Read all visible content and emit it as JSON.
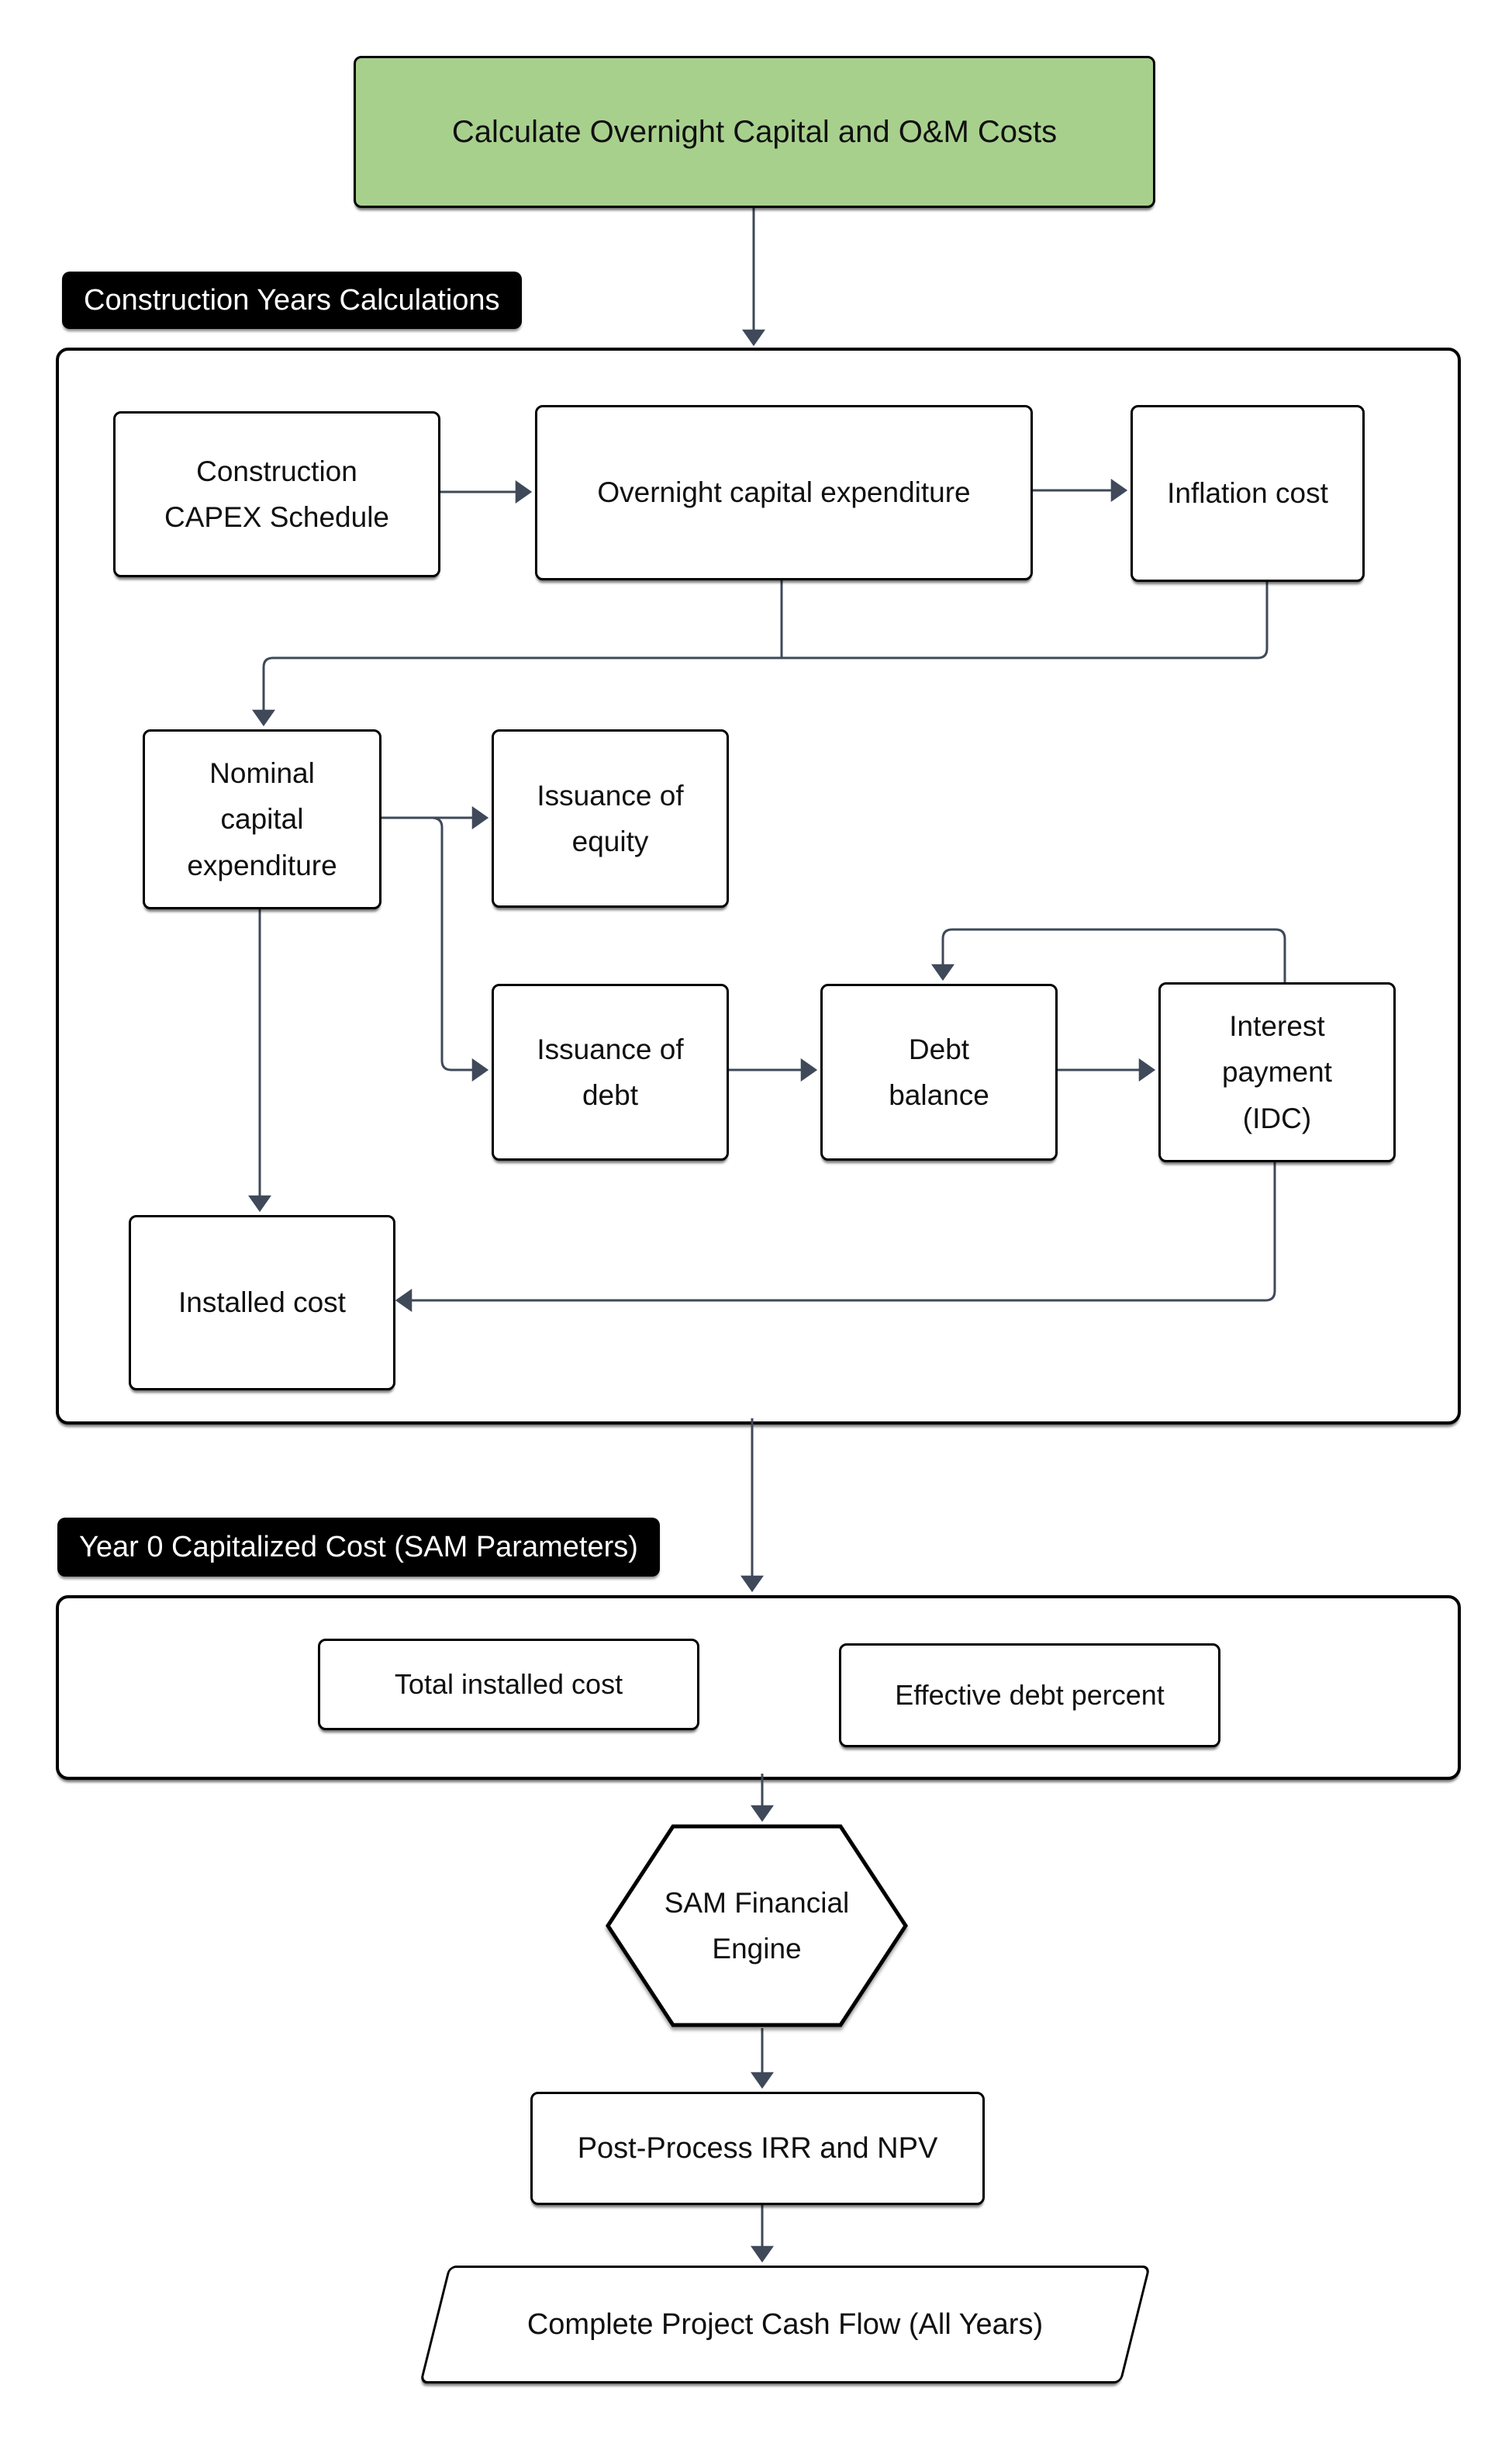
{
  "colors": {
    "canvas_bg": "#ffffff",
    "start_fill": "#a8d08d",
    "node_fill": "#ffffff",
    "node_border": "#000000",
    "connector": "#3f4959",
    "section_label_bg": "#000000",
    "section_label_text": "#ffffff"
  },
  "start": {
    "label": "Calculate Overnight Capital and O&M Costs",
    "shape": "rounded-rect"
  },
  "sections": [
    {
      "label": "Construction Years Calculations",
      "nodes": {
        "construction_capex_schedule": {
          "label": "Construction\nCAPEX Schedule",
          "shape": "rounded-rect"
        },
        "overnight_capital_expenditure": {
          "label": "Overnight capital expenditure",
          "shape": "rounded-rect"
        },
        "inflation_cost": {
          "label": "Inflation cost",
          "shape": "rounded-rect"
        },
        "nominal_capital_expenditure": {
          "label": "Nominal\ncapital\nexpenditure",
          "shape": "rounded-rect"
        },
        "issuance_of_equity": {
          "label": "Issuance of\nequity",
          "shape": "rounded-rect"
        },
        "issuance_of_debt": {
          "label": "Issuance of\ndebt",
          "shape": "rounded-rect"
        },
        "debt_balance": {
          "label": "Debt\nbalance",
          "shape": "rounded-rect"
        },
        "interest_payment_idc": {
          "label": "Interest\npayment\n(IDC)",
          "shape": "rounded-rect"
        },
        "installed_cost": {
          "label": "Installed cost",
          "shape": "rounded-rect"
        }
      }
    },
    {
      "label": "Year 0 Capitalized Cost (SAM Parameters)",
      "nodes": {
        "total_installed_cost": {
          "label": "Total installed cost",
          "shape": "rounded-rect"
        },
        "effective_debt_percent": {
          "label": "Effective debt percent",
          "shape": "rounded-rect"
        }
      }
    }
  ],
  "footer_nodes": {
    "sam_financial_engine": {
      "label": "SAM Financial\nEngine",
      "shape": "hexagon"
    },
    "post_process_irr_npv": {
      "label": "Post-Process IRR and NPV",
      "shape": "rounded-rect"
    },
    "complete_project_cash_flow": {
      "label": "Complete Project Cash Flow (All Years)",
      "shape": "parallelogram"
    }
  },
  "edges": [
    {
      "from": "calculate-overnight-capital-and-om-costs",
      "to": "construction-years-container"
    },
    {
      "from": "construction-capex-schedule",
      "to": "overnight-capital-expenditure"
    },
    {
      "from": "overnight-capital-expenditure",
      "to": "inflation-cost"
    },
    {
      "from": "overnight-capital-expenditure",
      "to": "nominal-capital-expenditure"
    },
    {
      "from": "inflation-cost",
      "to": "nominal-capital-expenditure"
    },
    {
      "from": "nominal-capital-expenditure",
      "to": "issuance-of-equity"
    },
    {
      "from": "nominal-capital-expenditure",
      "to": "issuance-of-debt"
    },
    {
      "from": "issuance-of-debt",
      "to": "debt-balance"
    },
    {
      "from": "debt-balance",
      "to": "interest-payment-idc"
    },
    {
      "from": "interest-payment-idc",
      "to": "debt-balance"
    },
    {
      "from": "nominal-capital-expenditure",
      "to": "installed-cost"
    },
    {
      "from": "interest-payment-idc",
      "to": "installed-cost"
    },
    {
      "from": "construction-years-container",
      "to": "year0-capitalized-cost-container"
    },
    {
      "from": "year0-capitalized-cost-container",
      "to": "sam-financial-engine"
    },
    {
      "from": "sam-financial-engine",
      "to": "post-process-irr-npv"
    },
    {
      "from": "post-process-irr-npv",
      "to": "complete-project-cash-flow"
    }
  ]
}
